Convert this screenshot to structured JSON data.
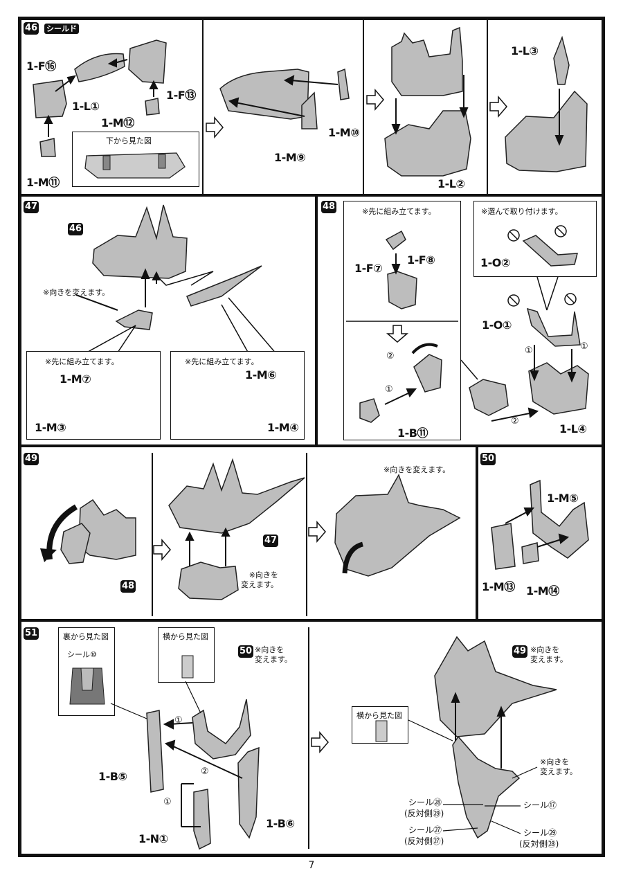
{
  "page_number": "7",
  "steps": {
    "s46": {
      "number": "46",
      "tag": "シールド",
      "labels": [
        "1-F⑯",
        "1-L①",
        "1-F⑬",
        "1-M⑫",
        "1-M⑪",
        "1-M⑩",
        "1-M⑨",
        "1-L②",
        "1-L③"
      ],
      "inset_title": "下から見た図"
    },
    "s47": {
      "number": "47",
      "ref": "46",
      "note_turn": "※向きを変えます。",
      "sub_left_title": "※先に組み立てます。",
      "sub_right_title": "※先に組み立てます。",
      "labels": [
        "1-M⑦",
        "1-M③",
        "1-M⑥",
        "1-M④"
      ]
    },
    "s48": {
      "number": "48",
      "sub_left_title": "※先に組み立てます。",
      "sub_right_title": "※選んで取り付けます。",
      "labels": [
        "1-F⑦",
        "1-F⑧",
        "1-B⑪",
        "1-O②",
        "1-O①",
        "1-L④"
      ],
      "order": [
        "①",
        "②",
        "①",
        "①",
        "②"
      ]
    },
    "s49": {
      "number": "49",
      "ref48": "48",
      "ref47": "47",
      "note_turn_a": "※向きを\n変えます。",
      "note_turn_b": "※向きを変えます。"
    },
    "s50": {
      "number": "50",
      "labels": [
        "1-M⑤",
        "1-M⑬",
        "1-M⑭"
      ]
    },
    "s51": {
      "number": "51",
      "ref50": "50",
      "ref49": "49",
      "back_view_title": "裏から見た図",
      "seal10": "シール⑩",
      "side_view_title_a": "横から見た図",
      "side_view_title_b": "横から見た図",
      "note_turn_a": "※向きを\n変えます。",
      "note_turn_b": "※向きを\n変えます。",
      "note_turn_c": "※向きを\n変えます。",
      "labels": [
        "1-B⑤",
        "1-B⑥",
        "1-N①"
      ],
      "order": [
        "①",
        "②",
        "①"
      ],
      "seals": [
        {
          "label": "シール㉘",
          "sub": "(反対側㉙)"
        },
        {
          "label": "シール⑰",
          "sub": ""
        },
        {
          "label": "シール㉗",
          "sub": "(反対側㉗)"
        },
        {
          "label": "シール㉙",
          "sub": "(反対側㉘)"
        }
      ]
    }
  }
}
